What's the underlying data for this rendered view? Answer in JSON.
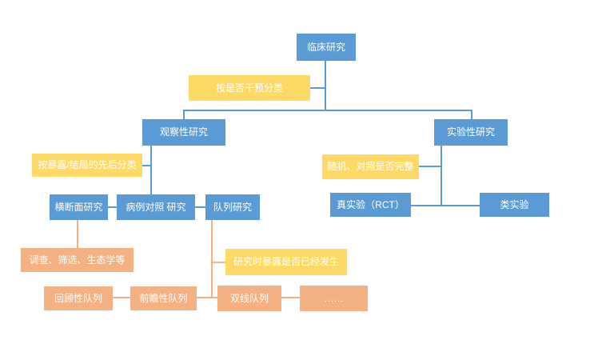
{
  "diagram": {
    "nodes": {
      "clinical_research": "临床研究",
      "observational": "观察性研究",
      "experimental": "实验性研究",
      "cross_sectional": "横断面研究",
      "case_control": "病例对照 研究",
      "cohort": "队列研究",
      "true_experiment": "真实验（RCT）",
      "quasi_experiment": "类实验",
      "survey_screening_ecology": "调查、筛选、生态学等",
      "retrospective_cohort": "回顾性队列",
      "prospective_cohort": "前瞻性队列",
      "double_line_cohort": "双线队列",
      "ellipsis": "……"
    },
    "criteria_labels": {
      "by_intervention": "按是否干预分类",
      "by_exposure_outcome_order": "按暴露/结局的先后分类",
      "random_control_complete": "随机、对照是否完整",
      "exposure_already_occurred": "研究时暴露是否已经发生"
    }
  },
  "colors": {
    "blue": "#5B9BD5",
    "yellow": "#FFD966",
    "orange": "#F4B183",
    "background": "#FFFFFF",
    "node_text": "#FFFFFF"
  }
}
